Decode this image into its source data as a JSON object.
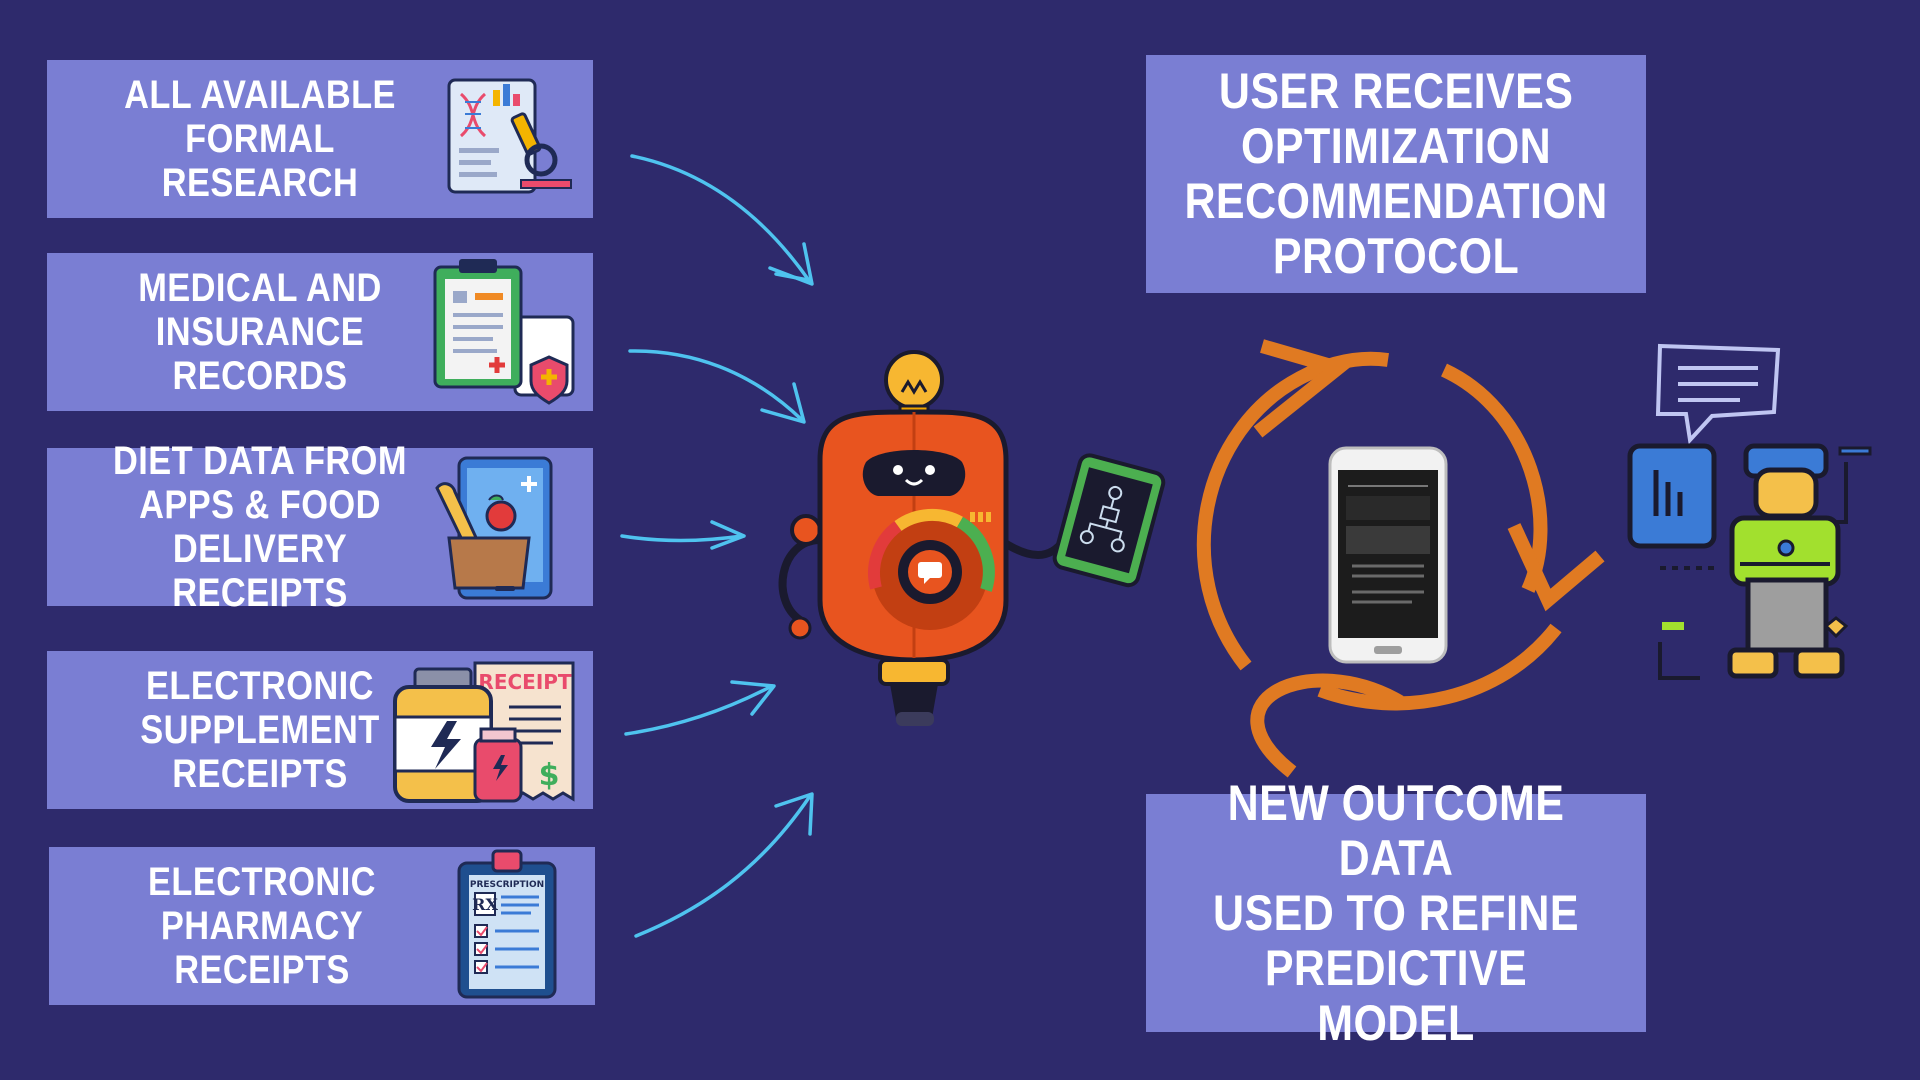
{
  "sources": [
    {
      "label": "All Available\nFormal Research",
      "icon": "research-microscope-icon"
    },
    {
      "label": "Medical and\nInsurance Records",
      "icon": "medical-records-clipboard-icon"
    },
    {
      "label": "Diet Data From\nApps & Food\nDelivery Receipts",
      "icon": "food-delivery-tablet-icon"
    },
    {
      "label": "Electronic\nSupplement\nReceipts",
      "icon": "supplement-receipt-icon"
    },
    {
      "label": "Electronic\nPharmacy\nReceipts",
      "icon": "prescription-clipboard-icon"
    }
  ],
  "outputs": {
    "recommendation": "User Receives\nOptimization\nRecommendation\nProtocol",
    "feedback": "New Outcome Data\nUsed to Refine\nPredictive Model"
  },
  "icons": {
    "robot": "ai-robot-icon",
    "phone": "smartphone-icon",
    "user": "vr-user-icon",
    "cycle": "cycle-arrows-icon"
  },
  "receipt_text": "RECEIPT",
  "prescription_text": "PRESCRIPTION",
  "colors": {
    "background": "#2e2a6c",
    "box": "#7a7ed3",
    "arrow_blue": "#4fc3ef",
    "cycle_orange": "#e07a22",
    "robot_orange": "#e8541f"
  }
}
